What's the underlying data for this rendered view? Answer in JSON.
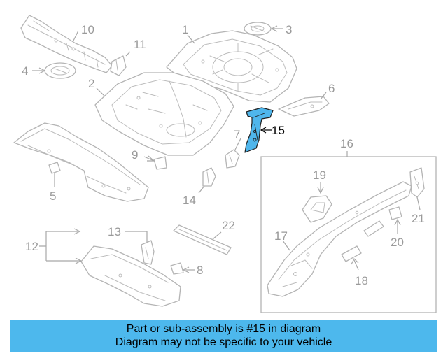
{
  "diagram": {
    "highlight_color": "#4fb6ec",
    "highlighted_part": "15",
    "callouts": {
      "c1": "1",
      "c2": "2",
      "c3": "3",
      "c4": "4",
      "c5": "5",
      "c6": "6",
      "c7": "7",
      "c8": "8",
      "c9": "9",
      "c10": "10",
      "c11": "11",
      "c12": "12",
      "c13": "13",
      "c14": "14",
      "c15": "15",
      "c16": "16",
      "c17": "17",
      "c18": "18",
      "c19": "19",
      "c20": "20",
      "c21": "21",
      "c22": "22"
    }
  },
  "banner": {
    "line1": "Part or sub-assembly is #15 in diagram",
    "line2": "Diagram may not be specific to your vehicle",
    "background": "#4db8ed"
  }
}
